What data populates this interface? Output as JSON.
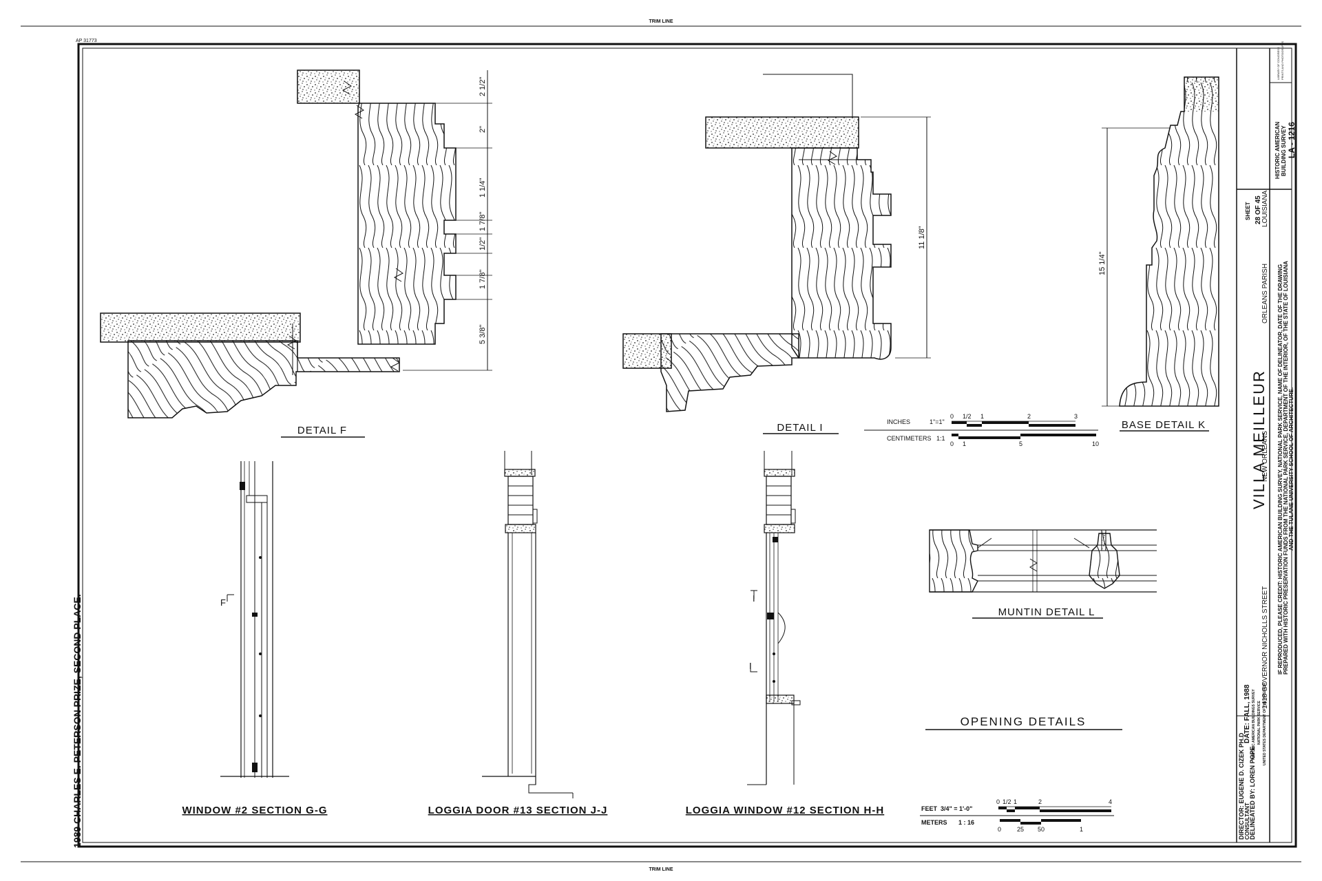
{
  "sheet": {
    "trim_top": "TRIM LINE",
    "trim_bottom": "TRIM LINE",
    "ap_number": "AP 31773",
    "prize": "1989 CHARLES E. PETERSON PRIZE, SECOND PLACE."
  },
  "details": {
    "detail_f": "DETAIL  F",
    "detail_i": "DETAIL  I",
    "base_detail_k": "BASE  DETAIL  K",
    "muntin_detail_l": "MUNTIN  DETAIL  L",
    "window_section": "WINDOW #2  SECTION  G-G",
    "loggia_door_section": "LOGGIA  DOOR #13  SECTION  J-J",
    "loggia_window_section": "LOGGIA  WINDOW #12  SECTION  H-H",
    "opening_details": "OPENING    DETAILS"
  },
  "dimensions": {
    "f": [
      "2 1/2\"",
      "2\"",
      "1 1/4\"",
      "1 7/8\"",
      "1/2\"",
      "1 7/8\"",
      "5 3/8\""
    ],
    "i": "11 1/8\"",
    "k": "15 1/4\""
  },
  "markers": {
    "f": "F",
    "i": "I",
    "i2": "I"
  },
  "scales": {
    "inches_label": "INCHES",
    "inches_ratio": "1\"=1\"",
    "inches_ticks": [
      "0",
      "1/2",
      "1",
      "2",
      "3"
    ],
    "cm_label": "CENTIMETERS",
    "cm_ratio": "1:1",
    "cm_ticks": [
      "0",
      "1",
      "5",
      "10"
    ],
    "feet_label": "FEET",
    "feet_ratio": "3/4\" = 1'-0\"",
    "feet_ticks": [
      "0",
      "1/2",
      "1",
      "2",
      "4"
    ],
    "meters_label": "METERS",
    "meters_ratio": "1 : 16",
    "meters_ticks": [
      "0",
      "25",
      "50",
      "1"
    ]
  },
  "title_block": {
    "title": "VILLA MEILLEUR",
    "address": "1418  GOVERNOR  NICHOLLS  STREET",
    "city": "NEW  ORLEANS",
    "parish": "ORLEANS  PARISH",
    "state": "LOUISIANA",
    "credit_1": "IF REPRODUCED, PLEASE CREDIT: HISTORIC AMERICAN BUILDING SURVEY, NATIONAL PARK SERVICE, NAME OF DELINEATOR, DATE OF THE DRAWING",
    "credit_2": "PREPARED WITH HISTORIC PRESERVATION FUNDS FROM THE NATIONAL PARK SERVICE, DEPARTMENT OF THE INTERIOR, OF THE STATE OF LOUISIANA",
    "credit_3": "AND THE TULANE UNIVERSITY SCHOOL OF ARCHITECTURE.",
    "survey_1": "HISTORIC AMERICAN",
    "survey_2": "BUILDING SURVEY",
    "survey_number": "LA - 1216",
    "sheet_label": "SHEET",
    "sheet_number": "28 OF 45",
    "director": "DIRECTOR: EUGENE  D.  CIZEK  PH.D",
    "consultant": "CONSULTANT",
    "delineated": "DELINEATED BY: LOREN  POPE",
    "date": "DATE: FALL, 1988",
    "agency_1": "HISTORIC AMERICAN BUILDINGS SURVEY",
    "agency_2": "NATIONAL PARK SERVICE",
    "agency_3": "UNITED STATES DEPARTMENT OF THE INTERIOR",
    "stamp_1": "LIBRARY OF CONGRESS",
    "stamp_2": "PRINTS AND PHOTOGRAPHS"
  }
}
